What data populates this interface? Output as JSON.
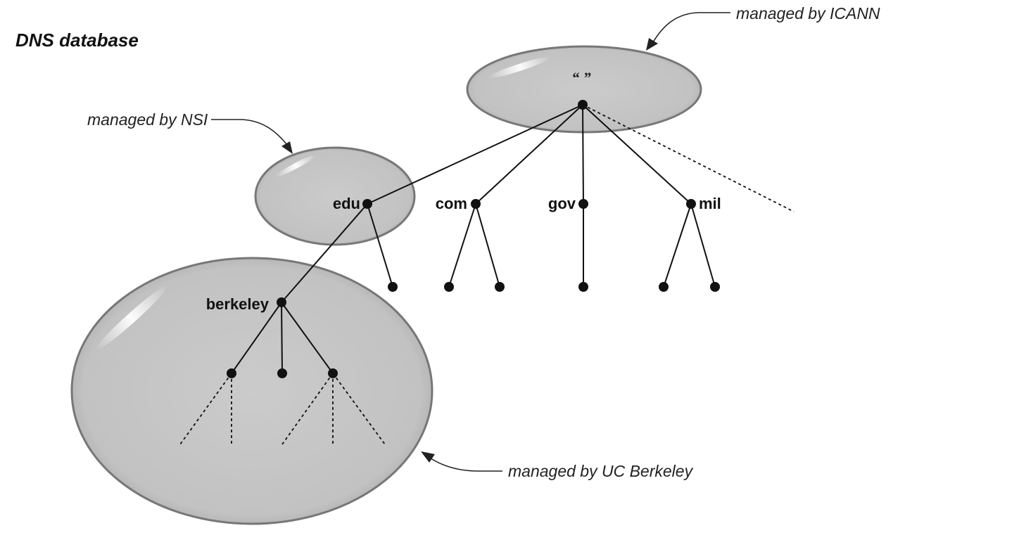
{
  "title": "DNS database",
  "zones": {
    "root": {
      "label": "“ ”",
      "managed_by": "managed by ICANN"
    },
    "edu": {
      "managed_by": "managed by NSI"
    },
    "berkeley": {
      "managed_by": "managed by UC Berkeley"
    }
  },
  "nodes": {
    "edu": "edu",
    "com": "com",
    "gov": "gov",
    "mil": "mil",
    "berkeley": "berkeley"
  },
  "colors": {
    "zone_fill": "#c4c4c4",
    "zone_stroke": "#777777",
    "line": "#111111"
  }
}
